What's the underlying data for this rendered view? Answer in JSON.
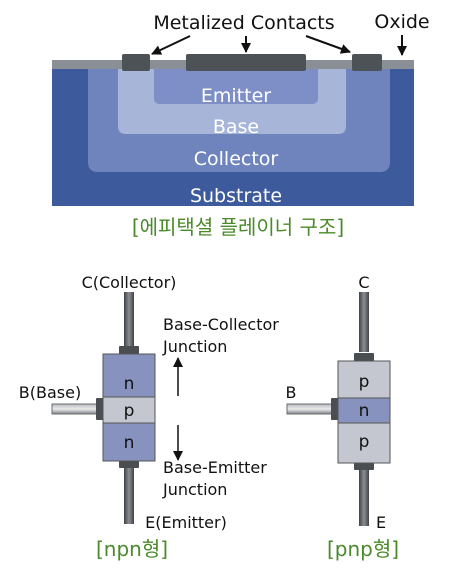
{
  "cross_section": {
    "labels": {
      "metalized_contacts": "Metalized Contacts",
      "oxide": "Oxide",
      "emitter": "Emitter",
      "base": "Base",
      "collector": "Collector",
      "substrate": "Substrate"
    },
    "caption": "[에피택셜 플레이너 구조]",
    "colors": {
      "substrate": "#3d5a9c",
      "collector": "#6f84bd",
      "base": "#a6b5d8",
      "emitter": "#7d8fc6",
      "oxide": "#8a8f96",
      "contact": "#4d5257",
      "caption": "#4a8a2a"
    }
  },
  "npn": {
    "collector_label": "C(Collector)",
    "base_label": "B(Base)",
    "emitter_label": "E(Emitter)",
    "layers": [
      "n",
      "p",
      "n"
    ],
    "bc_junction": [
      "Base-Collector",
      "Junction"
    ],
    "be_junction": [
      "Base-Emitter",
      "Junction"
    ],
    "caption": "[npn형]",
    "colors": {
      "n_layer": "#8792bf",
      "p_layer": "#c4c7d0",
      "lead": "#5a5d62"
    }
  },
  "pnp": {
    "collector_label": "C",
    "base_label": "B",
    "emitter_label": "E",
    "layers": [
      "p",
      "n",
      "p"
    ],
    "caption": "[pnp형]",
    "colors": {
      "p_layer": "#c4c7d0",
      "n_layer": "#8792bf",
      "lead": "#5a5d62"
    }
  }
}
